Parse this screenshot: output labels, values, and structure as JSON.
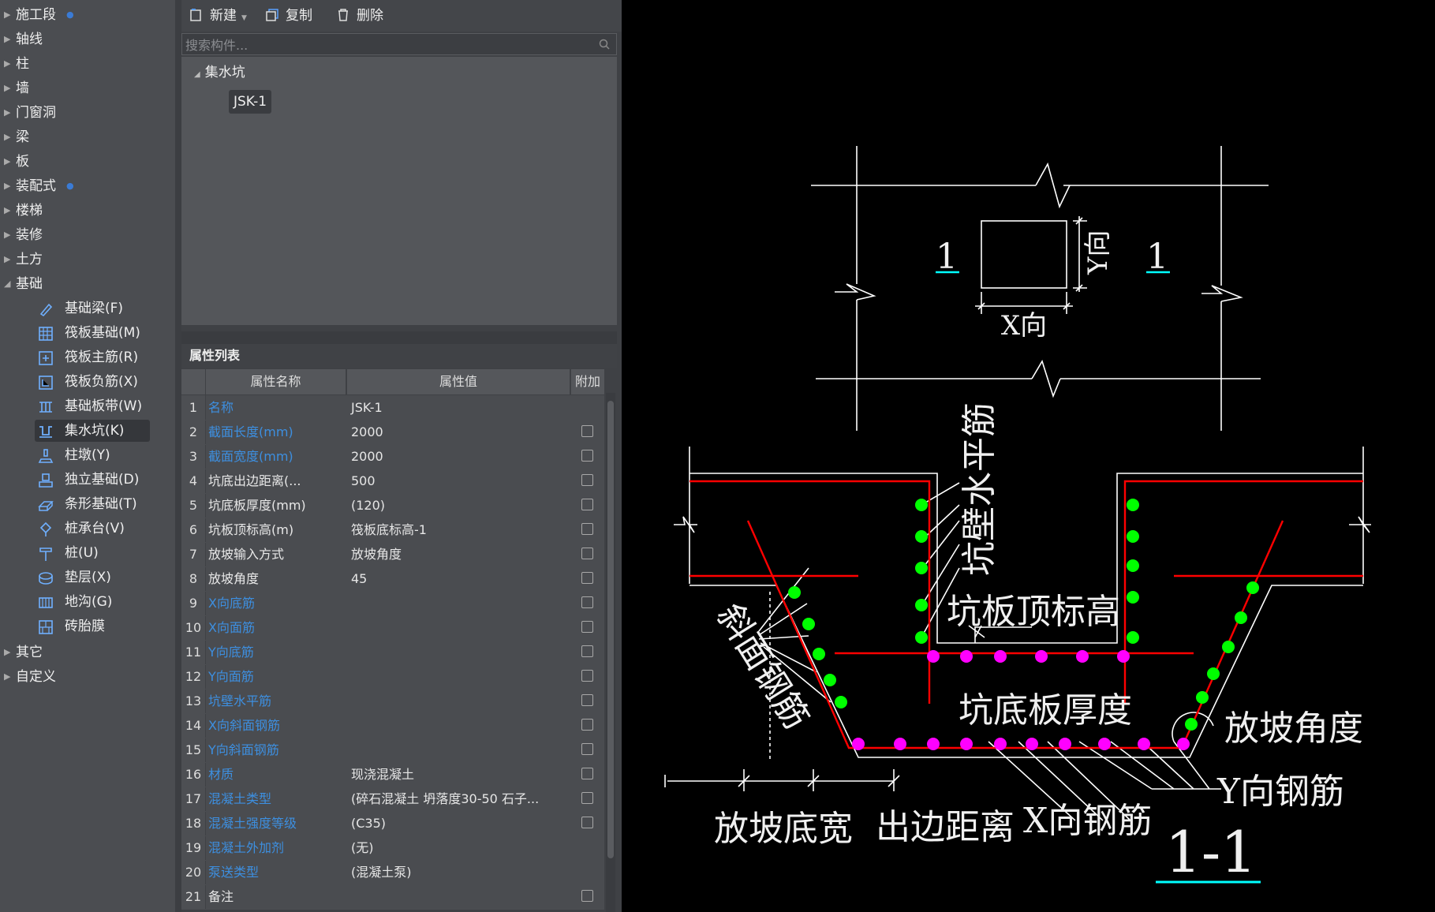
{
  "tree": {
    "top_items": [
      {
        "label": "施工段",
        "has_dot": true
      },
      {
        "label": "轴线"
      },
      {
        "label": "柱"
      },
      {
        "label": "墙"
      },
      {
        "label": "门窗洞"
      },
      {
        "label": "梁"
      },
      {
        "label": "板"
      },
      {
        "label": "装配式",
        "has_dot": true
      },
      {
        "label": "楼梯"
      },
      {
        "label": "装修"
      },
      {
        "label": "土方"
      },
      {
        "label": "基础"
      }
    ],
    "children": [
      {
        "label": "基础梁(F)",
        "icon": "foundation-beam-icon"
      },
      {
        "label": "筏板基础(M)",
        "icon": "raft-foundation-icon"
      },
      {
        "label": "筏板主筋(R)",
        "icon": "raft-main-rebar-icon"
      },
      {
        "label": "筏板负筋(X)",
        "icon": "raft-negative-rebar-icon"
      },
      {
        "label": "基础板带(W)",
        "icon": "foundation-strip-icon"
      },
      {
        "label": "集水坑(K)",
        "icon": "sump-pit-icon",
        "selected": true
      },
      {
        "label": "柱墩(Y)",
        "icon": "column-pier-icon"
      },
      {
        "label": "独立基础(D)",
        "icon": "isolated-foundation-icon"
      },
      {
        "label": "条形基础(T)",
        "icon": "strip-foundation-icon"
      },
      {
        "label": "桩承台(V)",
        "icon": "pile-cap-icon"
      },
      {
        "label": "桩(U)",
        "icon": "pile-icon"
      },
      {
        "label": "垫层(X)",
        "icon": "cushion-icon"
      },
      {
        "label": "地沟(G)",
        "icon": "trench-icon"
      },
      {
        "label": "砖胎膜",
        "icon": "brick-mold-icon"
      }
    ],
    "bottom_items": [
      {
        "label": "其它"
      },
      {
        "label": "自定义"
      }
    ]
  },
  "toolbar": {
    "new_label": "新建",
    "copy_label": "复制",
    "delete_label": "删除"
  },
  "search": {
    "placeholder": "搜索构件..."
  },
  "components": {
    "category": "集水坑",
    "item": "JSK-1"
  },
  "properties": {
    "title": "属性列表",
    "headers": {
      "name": "属性名称",
      "value": "属性值",
      "add": "附加"
    },
    "rows": [
      {
        "n": "1",
        "name": "名称",
        "value": "JSK-1",
        "blue": true,
        "cb": false
      },
      {
        "n": "2",
        "name": "截面长度(mm)",
        "value": "2000",
        "blue": true,
        "cb": true
      },
      {
        "n": "3",
        "name": "截面宽度(mm)",
        "value": "2000",
        "blue": true,
        "cb": true
      },
      {
        "n": "4",
        "name": "坑底出边距离(...",
        "value": "500",
        "blue": false,
        "cb": true
      },
      {
        "n": "5",
        "name": "坑底板厚度(mm)",
        "value": "(120)",
        "blue": false,
        "cb": true
      },
      {
        "n": "6",
        "name": "坑板顶标高(m)",
        "value": "筏板底标高-1",
        "blue": false,
        "cb": true
      },
      {
        "n": "7",
        "name": "放坡输入方式",
        "value": "放坡角度",
        "blue": false,
        "cb": true
      },
      {
        "n": "8",
        "name": "放坡角度",
        "value": "45",
        "blue": false,
        "cb": true
      },
      {
        "n": "9",
        "name": "X向底筋",
        "value": "",
        "blue": true,
        "cb": true
      },
      {
        "n": "10",
        "name": "X向面筋",
        "value": "",
        "blue": true,
        "cb": true
      },
      {
        "n": "11",
        "name": "Y向底筋",
        "value": "",
        "blue": true,
        "cb": true
      },
      {
        "n": "12",
        "name": "Y向面筋",
        "value": "",
        "blue": true,
        "cb": true
      },
      {
        "n": "13",
        "name": "坑壁水平筋",
        "value": "",
        "blue": true,
        "cb": true
      },
      {
        "n": "14",
        "name": "X向斜面钢筋",
        "value": "",
        "blue": true,
        "cb": true
      },
      {
        "n": "15",
        "name": "Y向斜面钢筋",
        "value": "",
        "blue": true,
        "cb": true
      },
      {
        "n": "16",
        "name": "材质",
        "value": "现浇混凝土",
        "blue": true,
        "cb": true
      },
      {
        "n": "17",
        "name": "混凝土类型",
        "value": "(碎石混凝土 坍落度30-50 石子...",
        "blue": true,
        "cb": true
      },
      {
        "n": "18",
        "name": "混凝土强度等级",
        "value": "(C35)",
        "blue": true,
        "cb": true
      },
      {
        "n": "19",
        "name": "混凝土外加剂",
        "value": "(无)",
        "blue": true,
        "cb": false
      },
      {
        "n": "20",
        "name": "泵送类型",
        "value": "(混凝土泵)",
        "blue": true,
        "cb": false
      },
      {
        "n": "21",
        "name": "备注",
        "value": "",
        "blue": false,
        "cb": true
      }
    ]
  },
  "drawing": {
    "plan_section_mark": "1",
    "plan_y_dir": "Y向",
    "plan_x_dir": "X向",
    "label_wall_horizontal_rebar": "坑壁水平筋",
    "label_pit_top_elevation": "坑板顶标高",
    "label_slope_rebar": "斜面钢筋",
    "label_bottom_thickness": "坑底板厚度",
    "label_slope_angle": "放坡角度",
    "label_y_rebar": "Y向钢筋",
    "label_slope_bottom_width": "放坡底宽",
    "label_edge_distance": "出边距离",
    "label_x_rebar": "X向钢筋",
    "section_title": "1-1",
    "colors": {
      "line": "#ffffff",
      "rebar": "#ff0000",
      "dot_green": "#00ff00",
      "dot_magenta": "#ff00ff",
      "title": "#00ffff"
    }
  }
}
